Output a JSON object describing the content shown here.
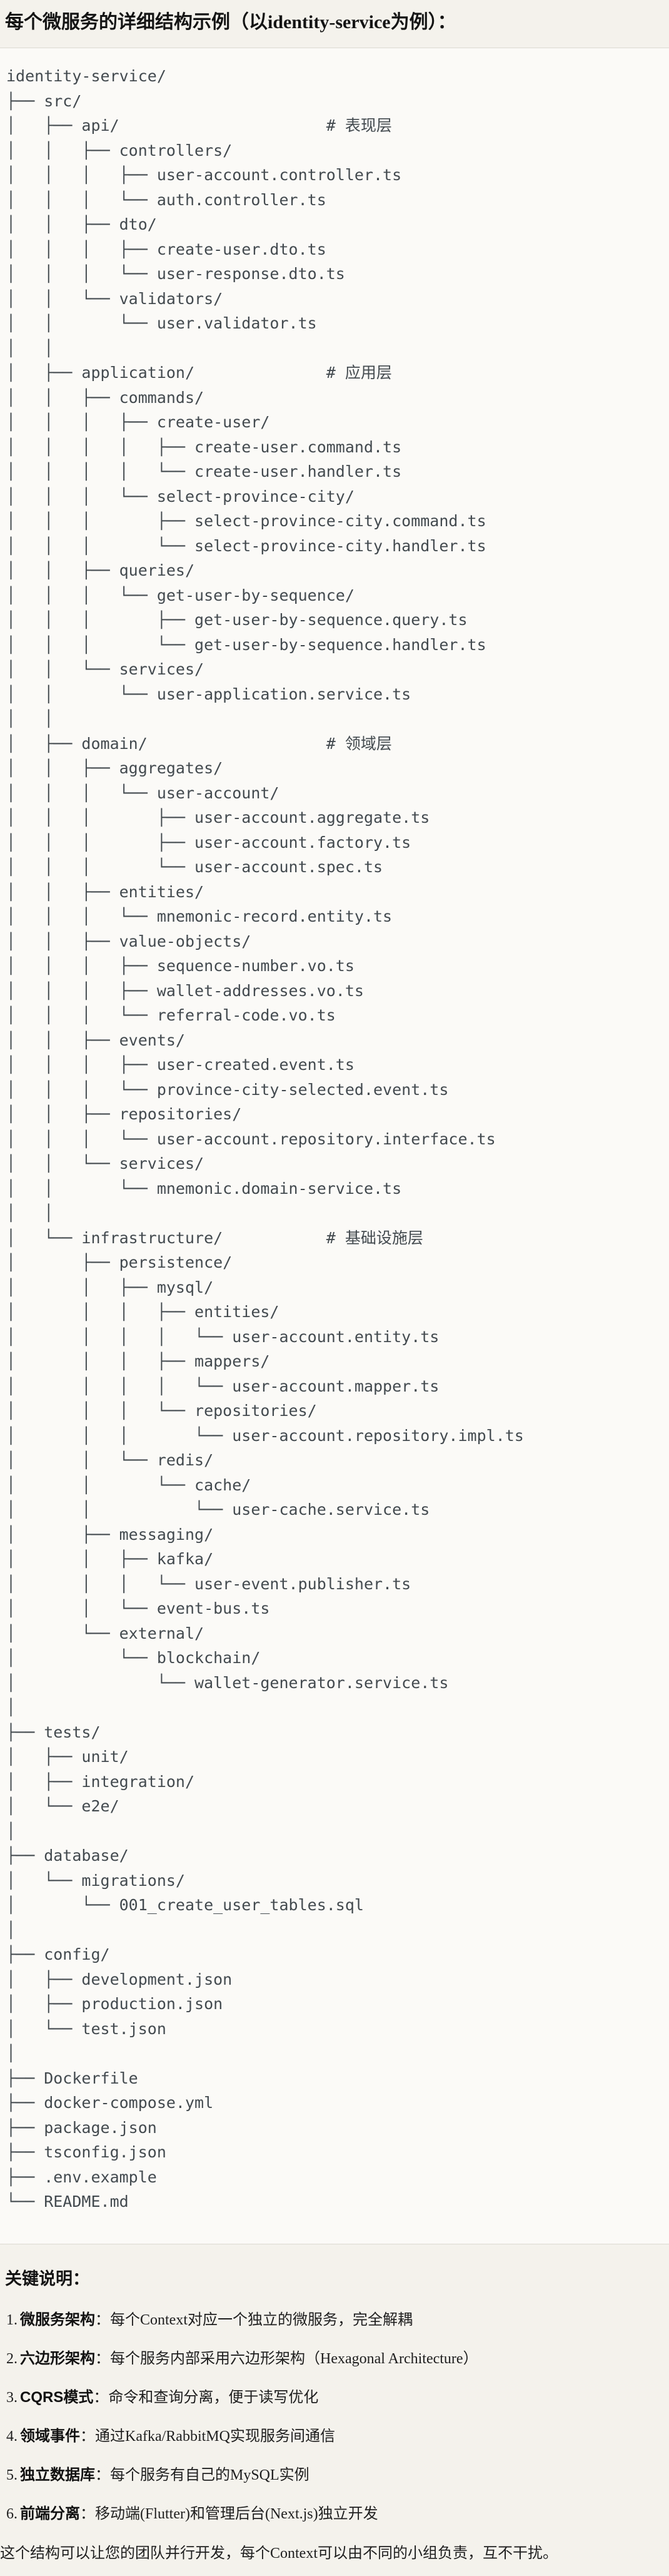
{
  "page": {
    "title": "每个微服务的详细结构示例（以identity-service为例）："
  },
  "tree": {
    "text": "identity-service/\n├── src/\n│   ├── api/                      # 表现层\n│   │   ├── controllers/\n│   │   │   ├── user-account.controller.ts\n│   │   │   └── auth.controller.ts\n│   │   ├── dto/\n│   │   │   ├── create-user.dto.ts\n│   │   │   └── user-response.dto.ts\n│   │   └── validators/\n│   │       └── user.validator.ts\n│   │\n│   ├── application/              # 应用层\n│   │   ├── commands/\n│   │   │   ├── create-user/\n│   │   │   │   ├── create-user.command.ts\n│   │   │   │   └── create-user.handler.ts\n│   │   │   └── select-province-city/\n│   │   │       ├── select-province-city.command.ts\n│   │   │       └── select-province-city.handler.ts\n│   │   ├── queries/\n│   │   │   └── get-user-by-sequence/\n│   │   │       ├── get-user-by-sequence.query.ts\n│   │   │       └── get-user-by-sequence.handler.ts\n│   │   └── services/\n│   │       └── user-application.service.ts\n│   │\n│   ├── domain/                   # 领域层\n│   │   ├── aggregates/\n│   │   │   └── user-account/\n│   │   │       ├── user-account.aggregate.ts\n│   │   │       ├── user-account.factory.ts\n│   │   │       └── user-account.spec.ts\n│   │   ├── entities/\n│   │   │   └── mnemonic-record.entity.ts\n│   │   ├── value-objects/\n│   │   │   ├── sequence-number.vo.ts\n│   │   │   ├── wallet-addresses.vo.ts\n│   │   │   └── referral-code.vo.ts\n│   │   ├── events/\n│   │   │   ├── user-created.event.ts\n│   │   │   └── province-city-selected.event.ts\n│   │   ├── repositories/\n│   │   │   └── user-account.repository.interface.ts\n│   │   └── services/\n│   │       └── mnemonic.domain-service.ts\n│   │\n│   └── infrastructure/           # 基础设施层\n│       ├── persistence/\n│       │   ├── mysql/\n│       │   │   ├── entities/\n│       │   │   │   └── user-account.entity.ts\n│       │   │   ├── mappers/\n│       │   │   │   └── user-account.mapper.ts\n│       │   │   └── repositories/\n│       │   │       └── user-account.repository.impl.ts\n│       │   └── redis/\n│       │       └── cache/\n│       │           └── user-cache.service.ts\n│       ├── messaging/\n│       │   ├── kafka/\n│       │   │   └── user-event.publisher.ts\n│       │   └── event-bus.ts\n│       └── external/\n│           └── blockchain/\n│               └── wallet-generator.service.ts\n│\n├── tests/\n│   ├── unit/\n│   ├── integration/\n│   └── e2e/\n│\n├── database/\n│   └── migrations/\n│       └── 001_create_user_tables.sql\n│\n├── config/\n│   ├── development.json\n│   ├── production.json\n│   └── test.json\n│\n├── Dockerfile\n├── docker-compose.yml\n├── package.json\n├── tsconfig.json\n├── .env.example\n└── README.md"
  },
  "notes": {
    "heading": "关键说明：",
    "items": [
      {
        "num": "1.",
        "label": "微服务架构",
        "sep": "：",
        "text": "每个Context对应一个独立的微服务，完全解耦"
      },
      {
        "num": "2.",
        "label": "六边形架构",
        "sep": "：",
        "text": "每个服务内部采用六边形架构（Hexagonal Architecture）"
      },
      {
        "num": "3.",
        "label": "CQRS模式",
        "sep": "：",
        "text": "命令和查询分离，便于读写优化"
      },
      {
        "num": "4.",
        "label": "领域事件",
        "sep": "：",
        "text": "通过Kafka/RabbitMQ实现服务间通信"
      },
      {
        "num": "5.",
        "label": "独立数据库",
        "sep": "：",
        "text": "每个服务有自己的MySQL实例"
      },
      {
        "num": "6.",
        "label": "前端分离",
        "sep": "：",
        "text": "移动端(Flutter)和管理后台(Next.js)独立开发"
      }
    ],
    "footer": "这个结构可以让您的团队并行开发，每个Context可以由不同的小组负责，互不干扰。"
  }
}
